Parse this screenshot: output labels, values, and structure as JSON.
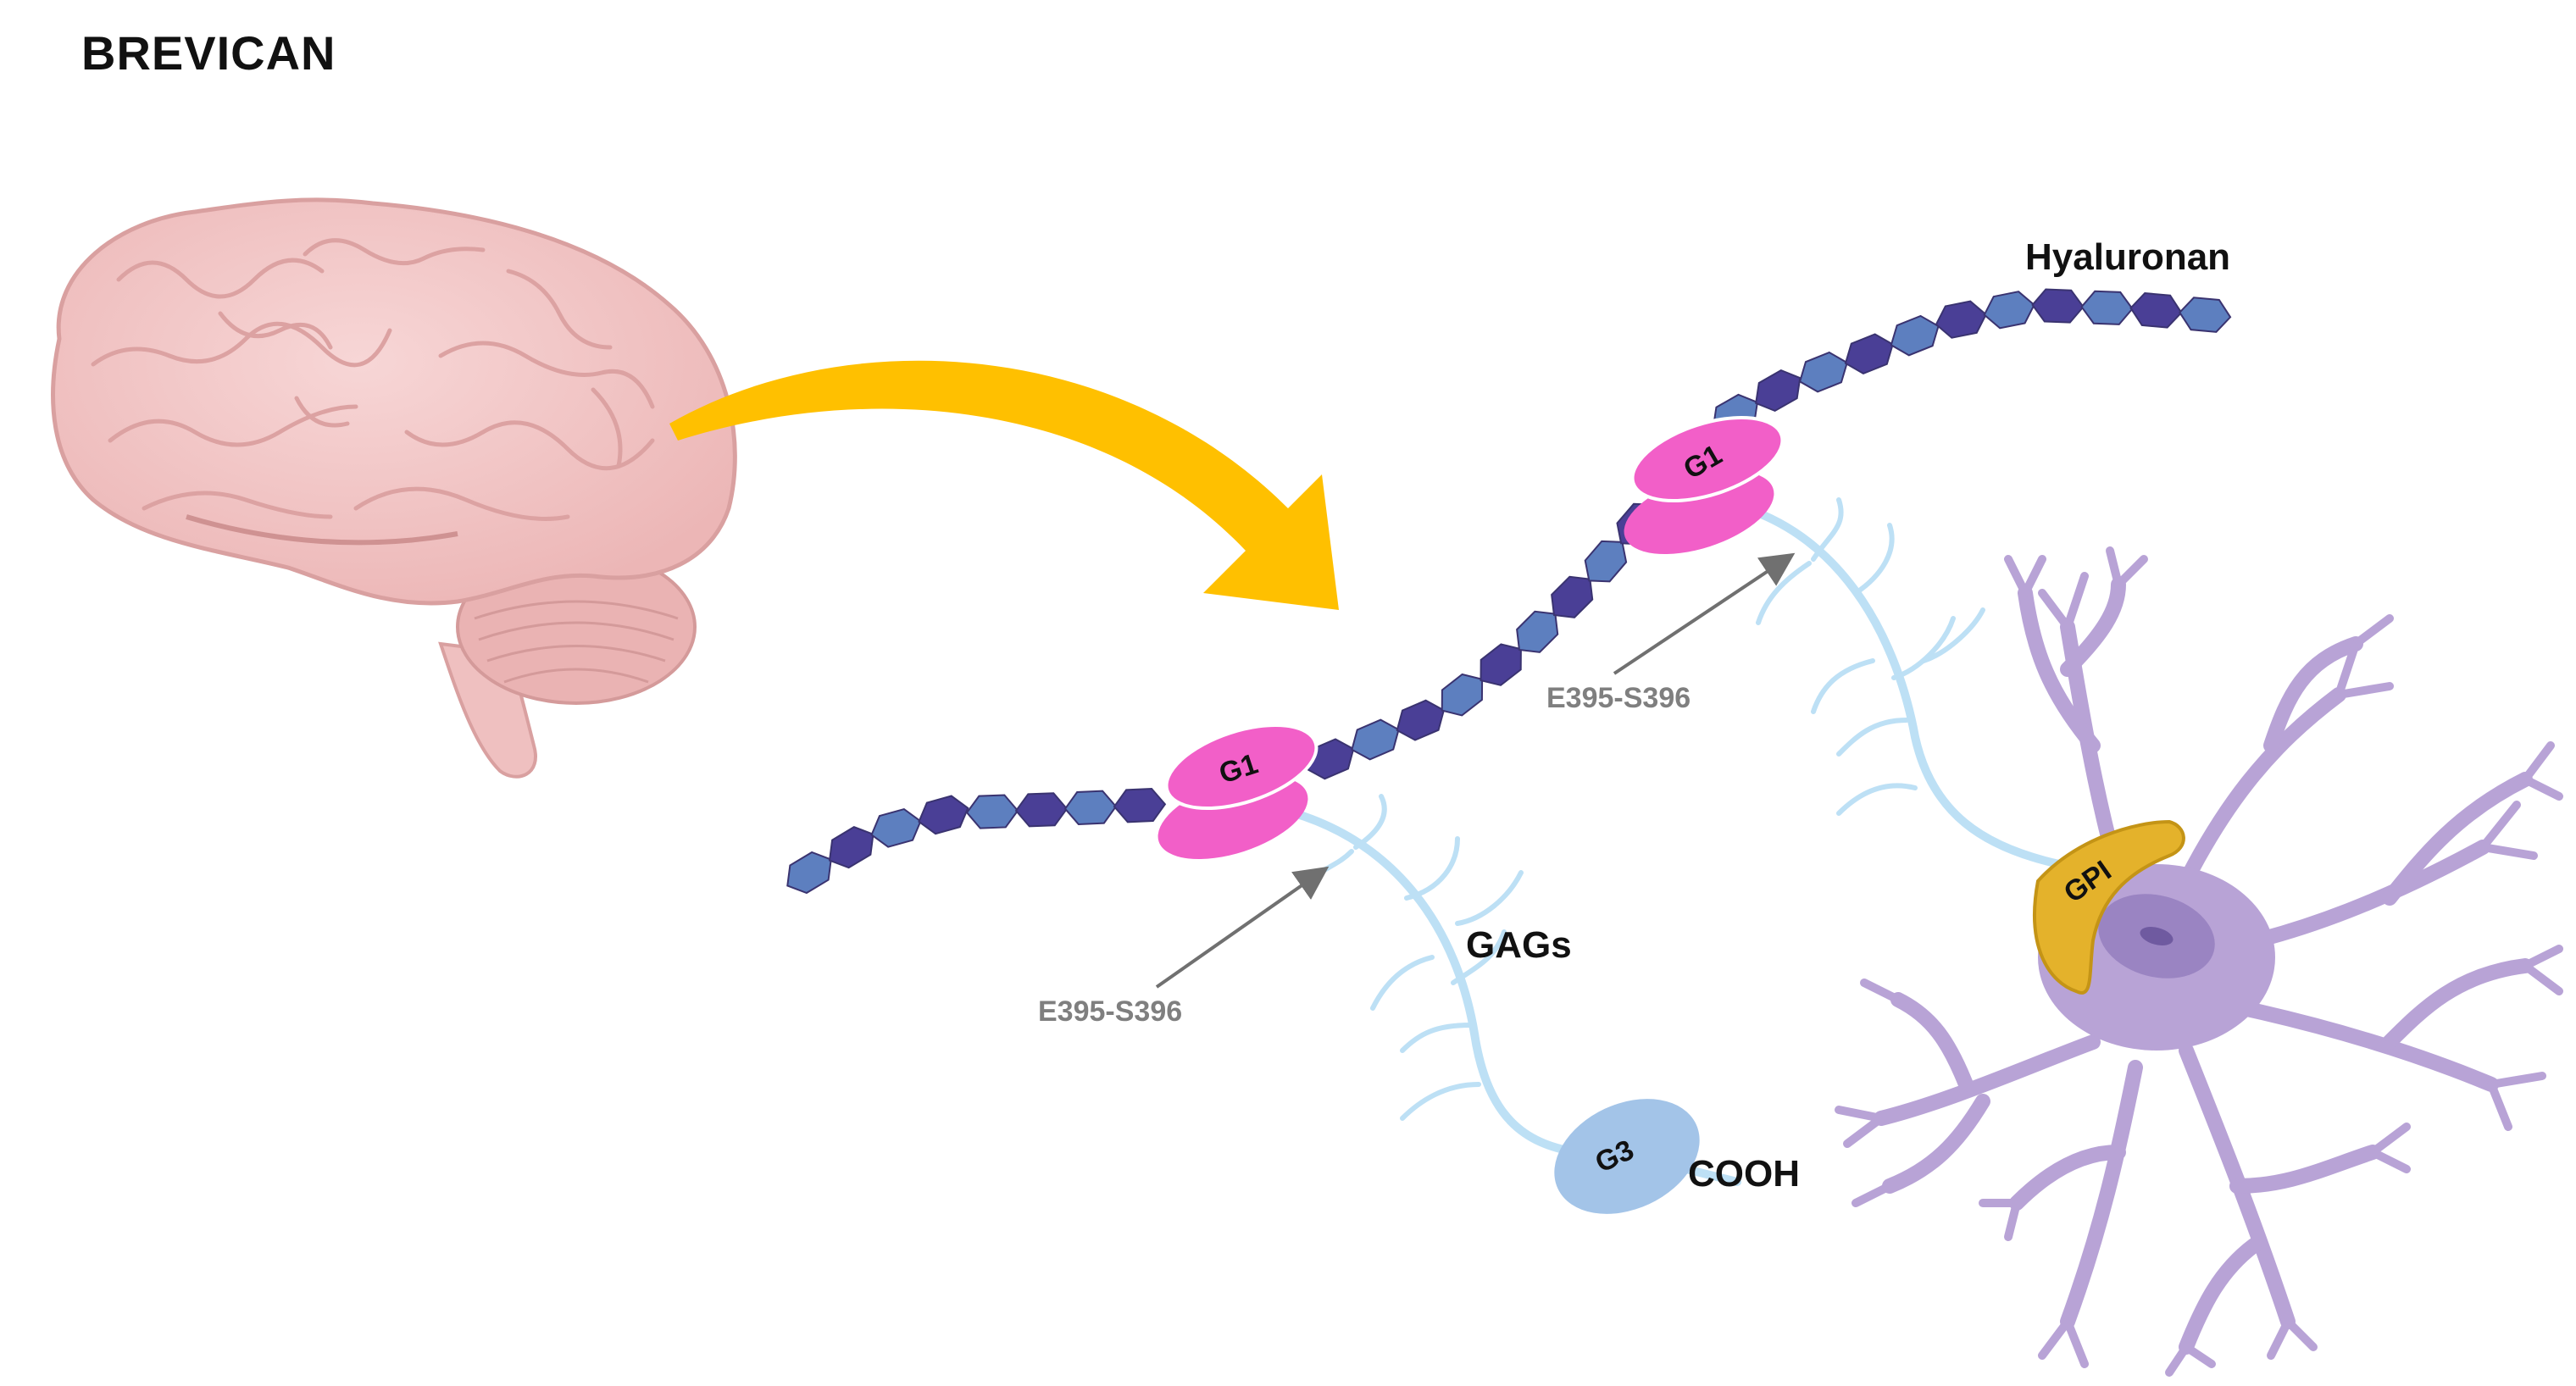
{
  "title": "BREVICAN",
  "labels": {
    "hyaluronan": "Hyaluronan",
    "gags": "GAGs",
    "cooh": "COOH",
    "cleavage_site_1": "E395-S396",
    "cleavage_site_2": "E395-S396"
  },
  "domains": {
    "g1_lower": "G1",
    "g1_upper": "G1",
    "g3": "G3",
    "gpi": "GPI"
  },
  "colors": {
    "brain": "#f2c4c4",
    "brain_outline": "#d9a0a0",
    "arrow": "#ffc000",
    "hyaluronan_light": "#5d7fbf",
    "hyaluronan_dark": "#4a3f96",
    "g1": "#f25fc8",
    "g3": "#a3c4e8",
    "gag": "#bde0f5",
    "astrocyte": "#b8a3d6",
    "gpi": "#e4b22b"
  },
  "icons": {
    "brain": "brain-illustration",
    "astrocyte": "astrocyte-cell-illustration"
  }
}
